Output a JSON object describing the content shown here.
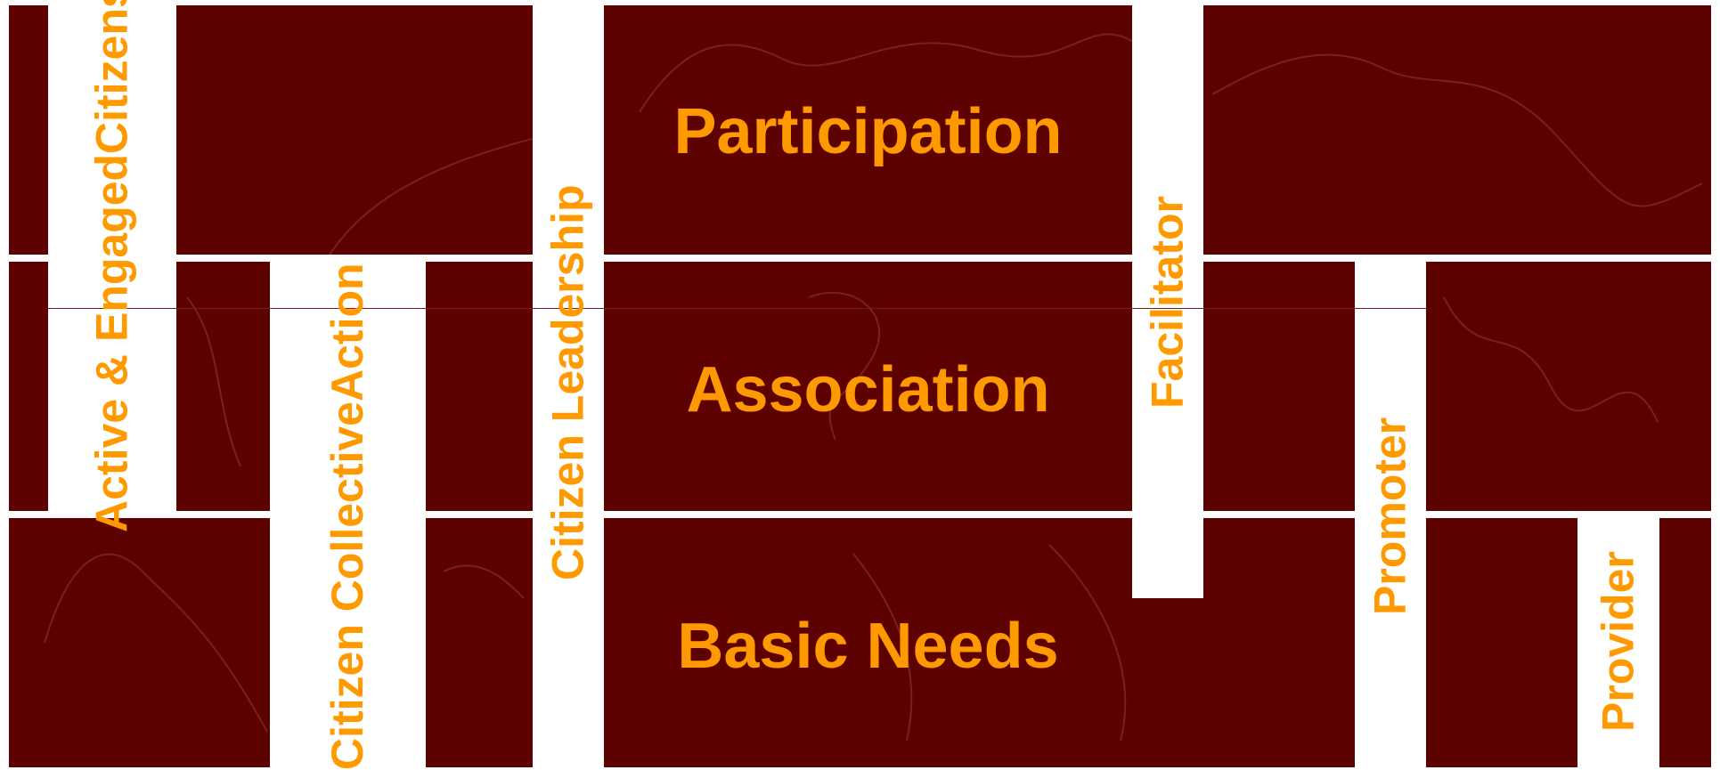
{
  "colors": {
    "panel": "#5c0000",
    "text": "#ff9900",
    "gap": "#ffffff",
    "texture": "#7a2020"
  },
  "rows": {
    "participation": "Participation",
    "association": "Association",
    "basic_needs": "Basic Needs"
  },
  "roles": {
    "active_line1": "Active & Engaged",
    "active_line2": "Citizens",
    "collective_line1": "Citizen Collective",
    "collective_line2": "Action",
    "leadership": "Citizen Leadership",
    "facilitator": "Facilitator",
    "promoter": "Promoter",
    "provider": "Provider"
  }
}
